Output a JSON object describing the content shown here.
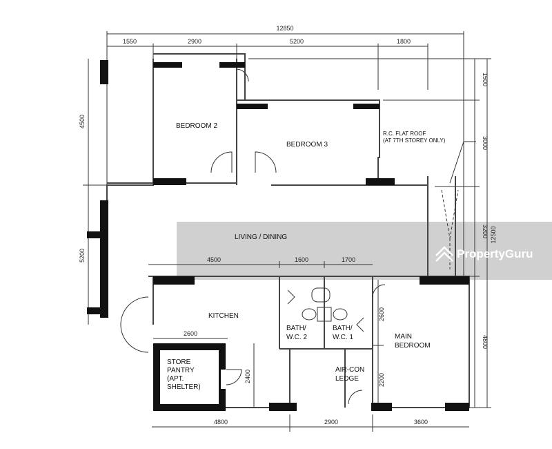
{
  "plan": {
    "overall_width": "12850",
    "overall_depth": "12500",
    "top_dims": [
      "1550",
      "2900",
      "5200",
      "1800"
    ],
    "left_dims": [
      "4500",
      "5200"
    ],
    "right_dims": [
      "1500",
      "3000",
      "3200",
      "4800"
    ],
    "mid_dims": [
      "4500",
      "1600",
      "1700"
    ],
    "bottom_dims": [
      "4800",
      "2900",
      "3600"
    ],
    "kitchen_dims": [
      "2600",
      "2400"
    ],
    "main_bedroom_dims": [
      "2600",
      "2200"
    ],
    "rooms": {
      "bedroom2": "BEDROOM 2",
      "bedroom3": "BEDROOM 3",
      "living": "LIVING / DINING",
      "kitchen": "KITCHEN",
      "bath2_l1": "BATH/",
      "bath2_l2": "W.C. 2",
      "bath1_l1": "BATH/",
      "bath1_l2": "W.C. 1",
      "main_l1": "MAIN",
      "main_l2": "BEDROOM",
      "store_l1": "STORE",
      "store_l2": "PANTRY",
      "store_l3": "(APT.",
      "store_l4": "SHELTER)",
      "aircon_l1": "AIR-CON",
      "aircon_l2": "LEDGE"
    },
    "roof_note_l1": "R.C. FLAT ROOF",
    "roof_note_l2": "(AT 7TH STOREY ONLY)"
  },
  "watermark": {
    "text": "PropertyGuru",
    "band_color": "#c8c8c8"
  }
}
